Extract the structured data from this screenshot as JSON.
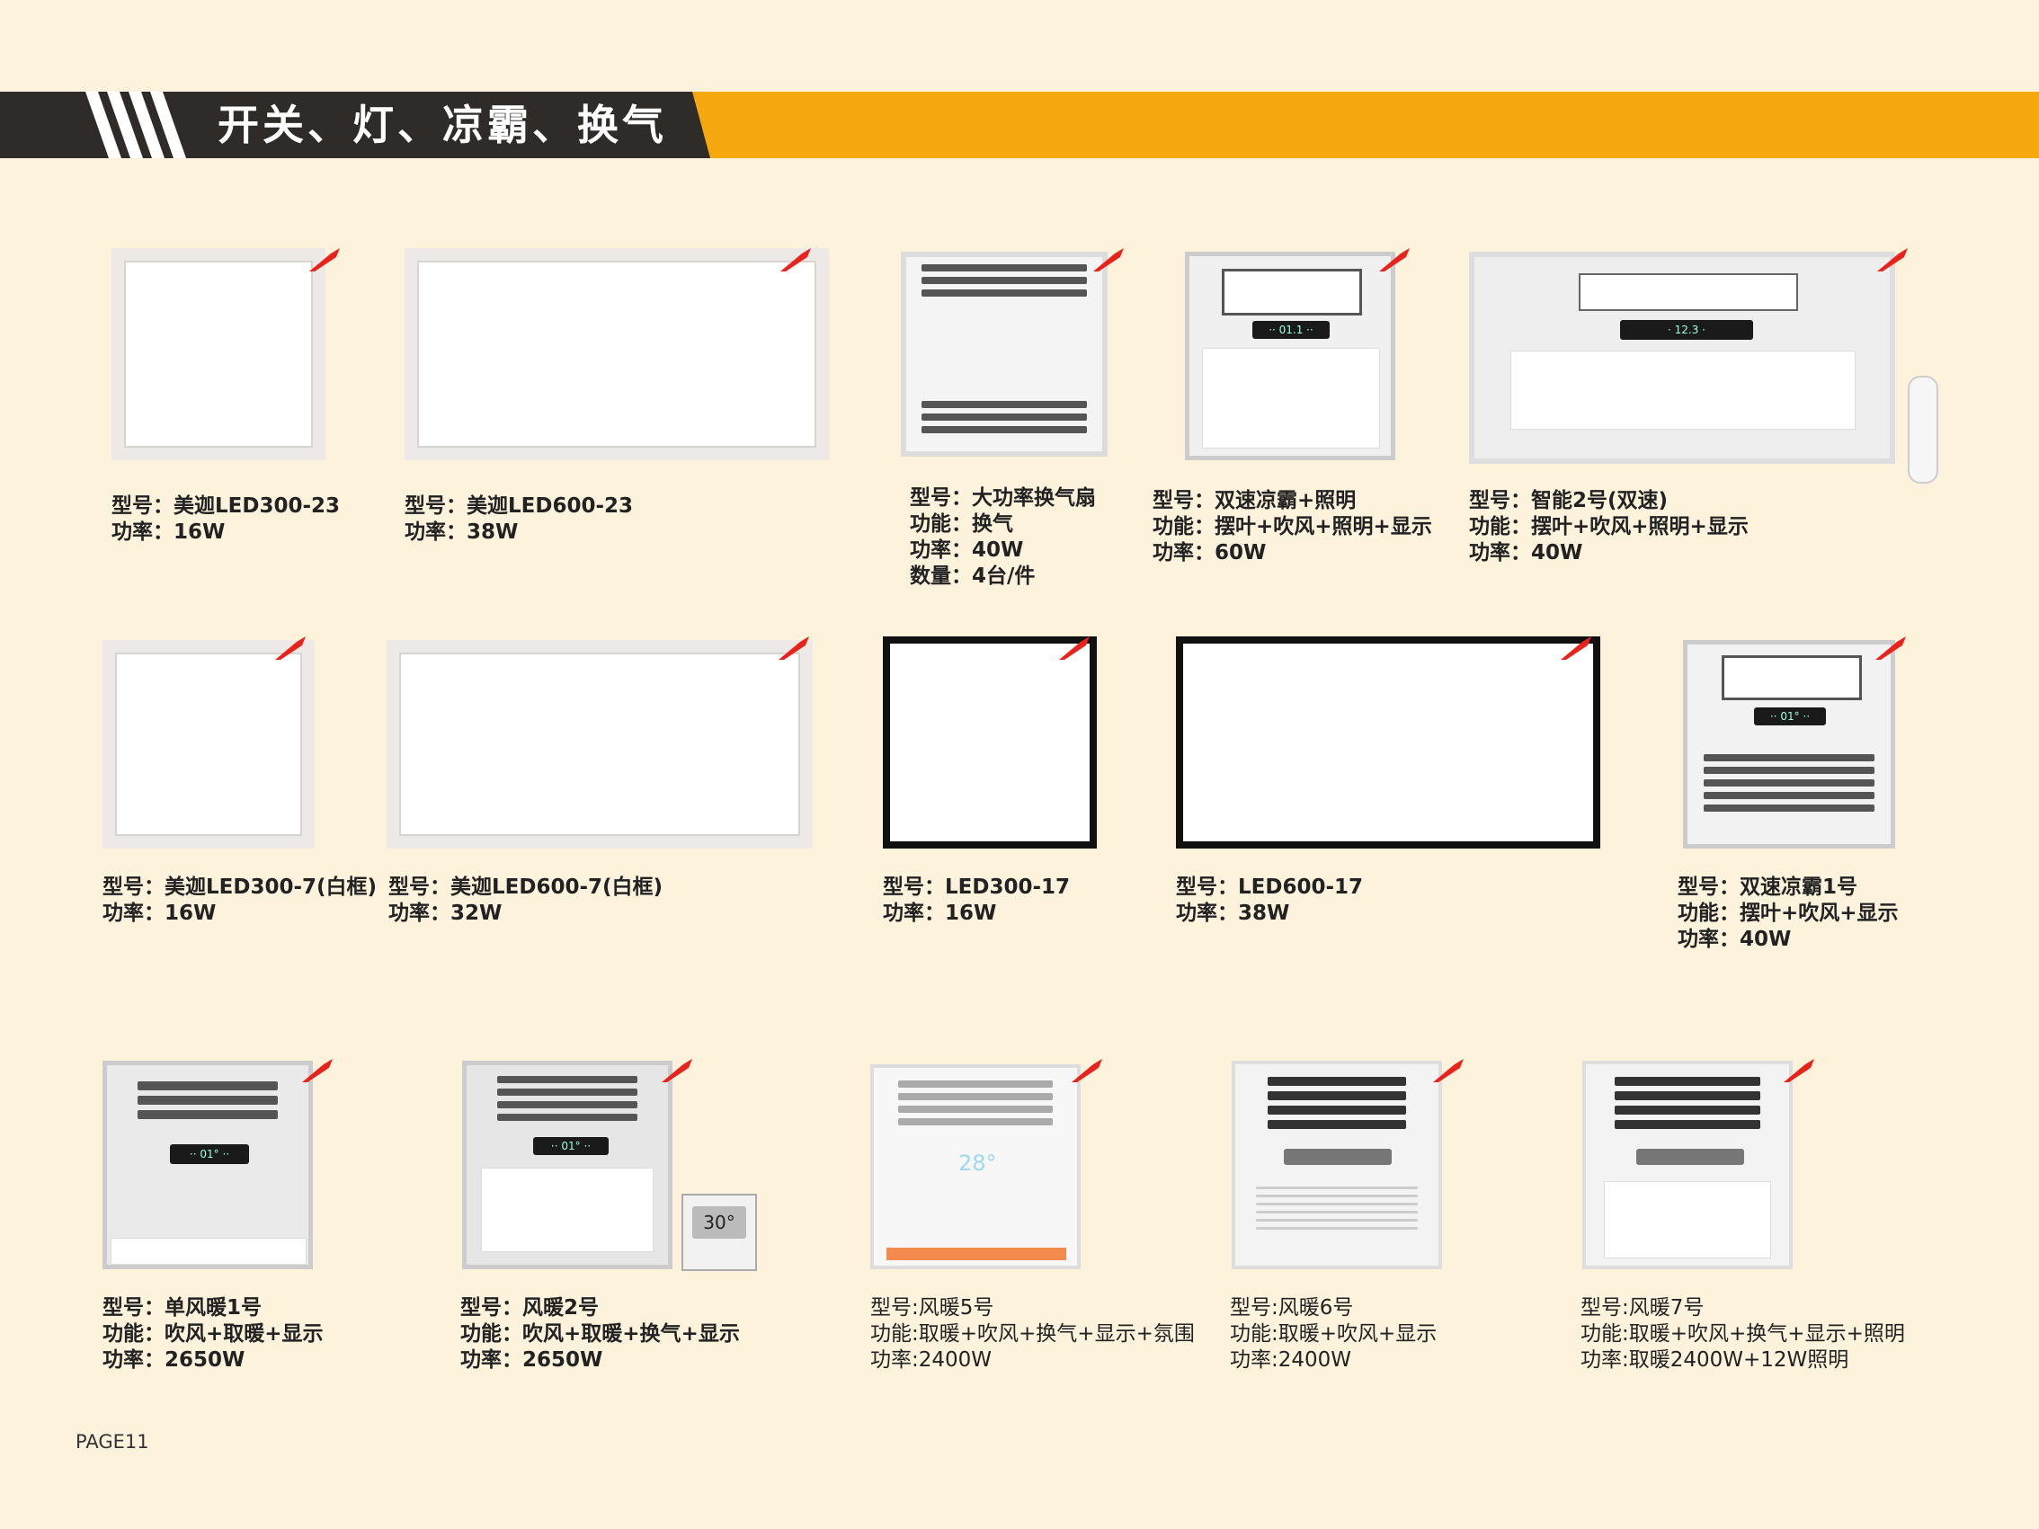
{
  "header": {
    "title": "开关、灯、凉霸、换气"
  },
  "colors": {
    "accent": "#f5a90f",
    "banner_dark": "#2e2b28",
    "tag": "#e8231b",
    "background": "#fdf3dd"
  },
  "products": [
    {
      "id": "p1",
      "lines": [
        "型号：美迦LED300-23",
        "功率：16W"
      ]
    },
    {
      "id": "p2",
      "lines": [
        "型号：美迦LED600-23",
        "功率：38W"
      ]
    },
    {
      "id": "p3",
      "lines": [
        "型号：大功率换气扇",
        "功能：换气",
        "功率：40W",
        "数量：4台/件"
      ]
    },
    {
      "id": "p4",
      "lines": [
        "型号：双速凉霸+照明",
        "功能：摆叶+吹风+照明+显示",
        "功率：60W"
      ]
    },
    {
      "id": "p5",
      "lines": [
        "型号：智能2号(双速)",
        "功能：摆叶+吹风+照明+显示",
        "功率：40W"
      ]
    },
    {
      "id": "p6",
      "lines": [
        "型号：美迦LED300-7(白框)",
        "功率：16W"
      ]
    },
    {
      "id": "p7",
      "lines": [
        "型号：美迦LED600-7(白框)",
        "功率：32W"
      ]
    },
    {
      "id": "p8",
      "lines": [
        "型号：LED300-17",
        "功率：16W"
      ]
    },
    {
      "id": "p9",
      "lines": [
        "型号：LED600-17",
        "功率：38W"
      ]
    },
    {
      "id": "p10",
      "lines": [
        "型号：双速凉霸1号",
        "功能：摆叶+吹风+显示",
        "功率：40W"
      ]
    },
    {
      "id": "p11",
      "lines": [
        "型号：单风暖1号",
        "功能：吹风+取暖+显示",
        "功率：2650W"
      ]
    },
    {
      "id": "p12",
      "lines": [
        "型号：风暖2号",
        "功能：吹风+取暖+换气+显示",
        "功率：2650W"
      ]
    },
    {
      "id": "p13",
      "lines": [
        "型号:风暖5号",
        "功能:取暖+吹风+换气+显示+氛围",
        "功率:2400W"
      ]
    },
    {
      "id": "p14",
      "lines": [
        "型号:风暖6号",
        "功能:取暖+吹风+显示",
        "功率:2400W"
      ]
    },
    {
      "id": "p15",
      "lines": [
        "型号:风暖7号",
        "功能:取暖+吹风+换气+显示+照明",
        "功率:取暖2400W+12W照明"
      ]
    }
  ],
  "displays": {
    "p4": "··  01.1 ··",
    "p5": "·  12.3 ·",
    "p10": "··  01° ··",
    "p11": "··  01° ··",
    "p12": "··  01° ··",
    "p13": "28°",
    "thermostat": "30°"
  },
  "footer": {
    "page": "PAGE11"
  }
}
